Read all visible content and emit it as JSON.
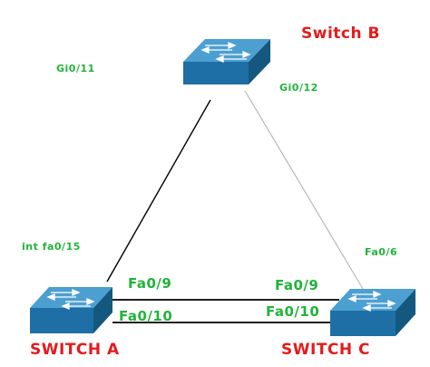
{
  "switches": {
    "a": {
      "name": "SWITCH A"
    },
    "b": {
      "name": "Switch B"
    },
    "c": {
      "name": "SWITCH C"
    }
  },
  "ports": {
    "b_left": "Gi0/11",
    "b_right": "Gi0/12",
    "a_top": "int fa0/15",
    "c_top": "Fa0/6",
    "a_link1": "Fa0/9",
    "a_link2": "Fa0/10",
    "c_link1": "Fa0/9",
    "c_link2": "Fa0/10"
  },
  "colors": {
    "switch_body": "#1d6fa5",
    "switch_top": "#4b9fd1",
    "switch_name": "#e31b1b",
    "port_label": "#21b43a",
    "link_dark": "#000000",
    "link_light": "#b8b8b8"
  },
  "icons": {
    "switch": "network-switch-icon"
  }
}
